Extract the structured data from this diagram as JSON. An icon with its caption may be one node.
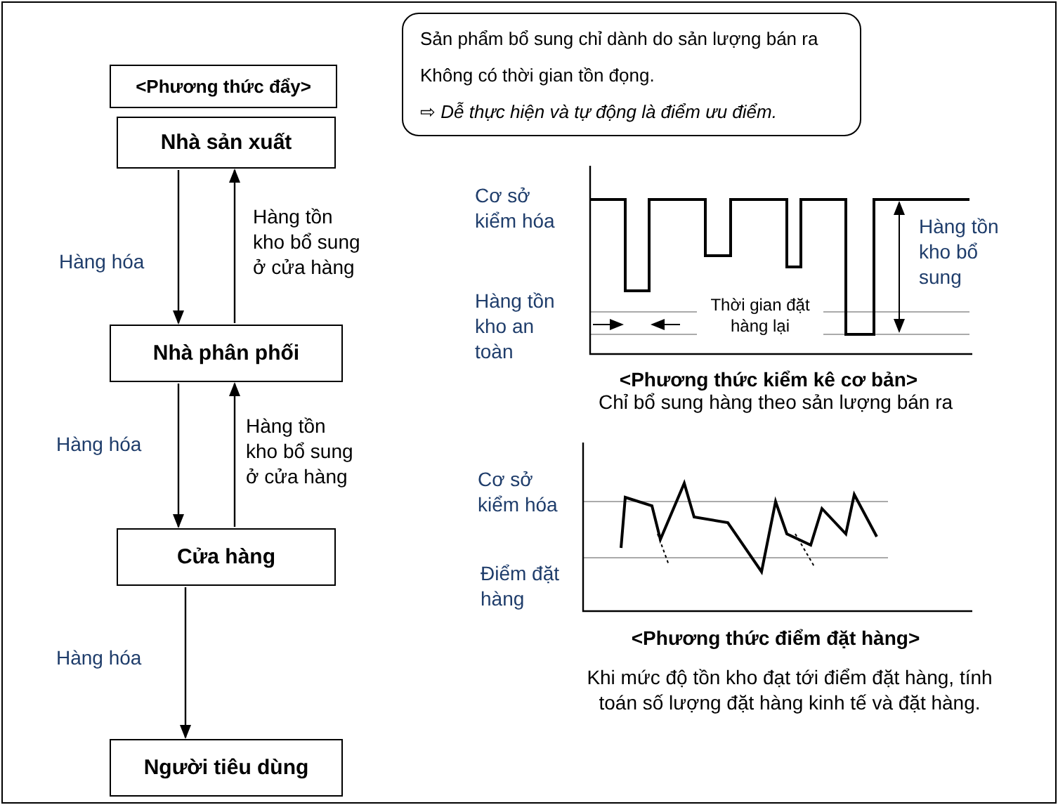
{
  "diagram": {
    "nodes": [
      {
        "text": [
          "<Phương thức đẩy>"
        ]
      },
      {
        "text": [
          "Nhà sản xuất"
        ]
      },
      {
        "text": [
          "Nhà phân phối"
        ]
      },
      {
        "text": [
          "Cửa hàng"
        ]
      },
      {
        "text": [
          "Người tiêu dùng"
        ]
      },
      {
        "text": [
          "Sản phẩm bổ sung chỉ dành do sản lượng bán ra",
          "Không có thời gian tồn đọng.",
          "⇨ *Dễ thực hiện và tự động là điểm ưu điểm.*"
        ]
      }
    ],
    "edges": [
      {
        "from": 1,
        "to": 2,
        "arrow": "to",
        "label": "Hàng hóa"
      },
      {
        "from": 2,
        "to": 1,
        "arrow": "to",
        "label": "Hàng tồn kho bổ sung ở cửa hàng"
      },
      {
        "from": 2,
        "to": 3,
        "arrow": "to",
        "label": "Hàng hóa"
      },
      {
        "from": 3,
        "to": 2,
        "arrow": "to",
        "label": "Hàng tồn kho bổ sung ở cửa hàng"
      },
      {
        "from": 3,
        "to": 4,
        "arrow": "to",
        "label": "Hàng hóa"
      }
    ],
    "labels": [
      "Cơ sở kiểm hóa",
      "Hàng tồn kho bổ sung",
      "Hàng tồn kho an toàn",
      "Thời gian đặt hàng lại",
      "<Phương thức kiểm kê cơ bản>",
      "Chỉ bổ sung hàng theo sản lượng bán ra",
      "Cơ sở kiểm hóa",
      "Điểm đặt hàng",
      "<Phương thức điểm đặt hàng>",
      "Khi mức độ tồn kho đạt tới điểm đặt hàng, tính toán số lượng đặt hàng kinh tế và đặt hàng."
    ]
  }
}
